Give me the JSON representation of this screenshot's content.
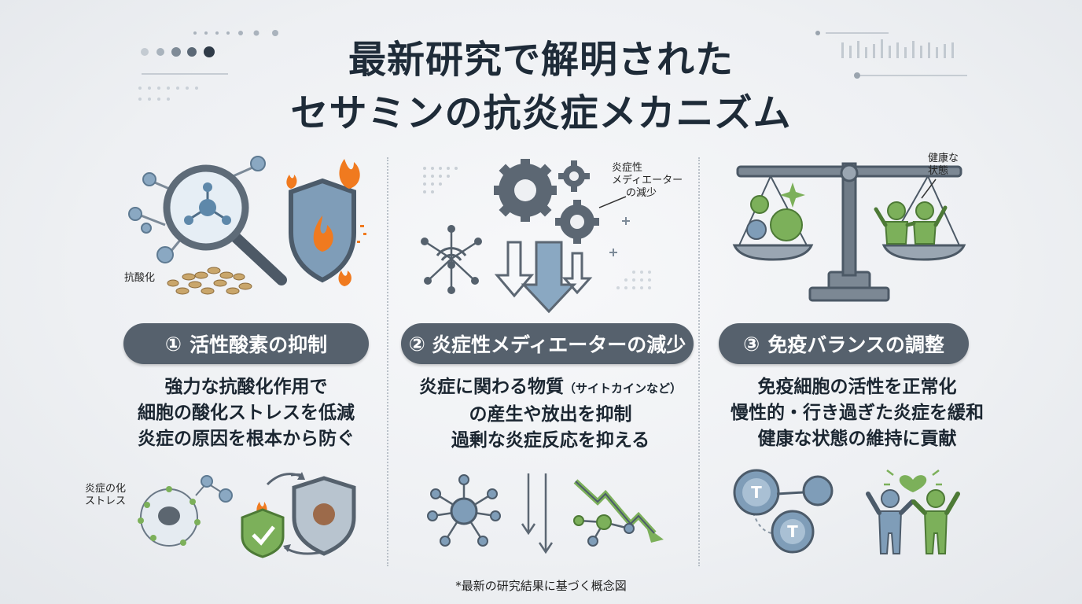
{
  "title": {
    "line1": "最新研究で解明された",
    "line2": "セサミンの抗炎症メカニズム"
  },
  "columns": [
    {
      "number": "①",
      "heading": "活性酸素の抑制",
      "lines": [
        "強力な抗酸化作用で",
        "細胞の酸化ストレスを低減",
        "炎症の原因を根本から防ぐ"
      ],
      "top_label": "抗酸化",
      "bottom_label": [
        "炎症の化",
        "ストレス"
      ],
      "icons": [
        "magnifier-molecule-icon",
        "shield-fire-icon",
        "sesame-seeds-icon",
        "cell-icon",
        "check-shield-icon"
      ]
    },
    {
      "number": "②",
      "heading": "炎症性メディエーターの減少",
      "lines": [
        "炎症に関わる物質",
        "の産生や放出を抑制",
        "過剰な炎症反応を抑える"
      ],
      "lines_small": "（サイトカインなど）",
      "top_label": [
        "炎症性",
        "メディエーター",
        "の減少"
      ],
      "icons": [
        "gears-icon",
        "down-arrows-icon",
        "network-icon",
        "trend-down-icon"
      ]
    },
    {
      "number": "③",
      "heading": "免疫バランスの調整",
      "lines": [
        "免疫細胞の活性を正常化",
        "慢性的・行き過ぎた炎症を緩和",
        "健康な状態の維持に貢献"
      ],
      "top_label": [
        "健康な",
        "状態"
      ],
      "cell_letter": "T",
      "icons": [
        "balance-scale-icon",
        "people-icon",
        "t-cell-icon",
        "heart-people-icon"
      ]
    }
  ],
  "footnote": "*最新の研究結果に基づく概念図",
  "colors": {
    "pill": "#56616d",
    "steel": "#5e7a92",
    "green": "#6aa84f",
    "fire": "#f07a1f"
  }
}
